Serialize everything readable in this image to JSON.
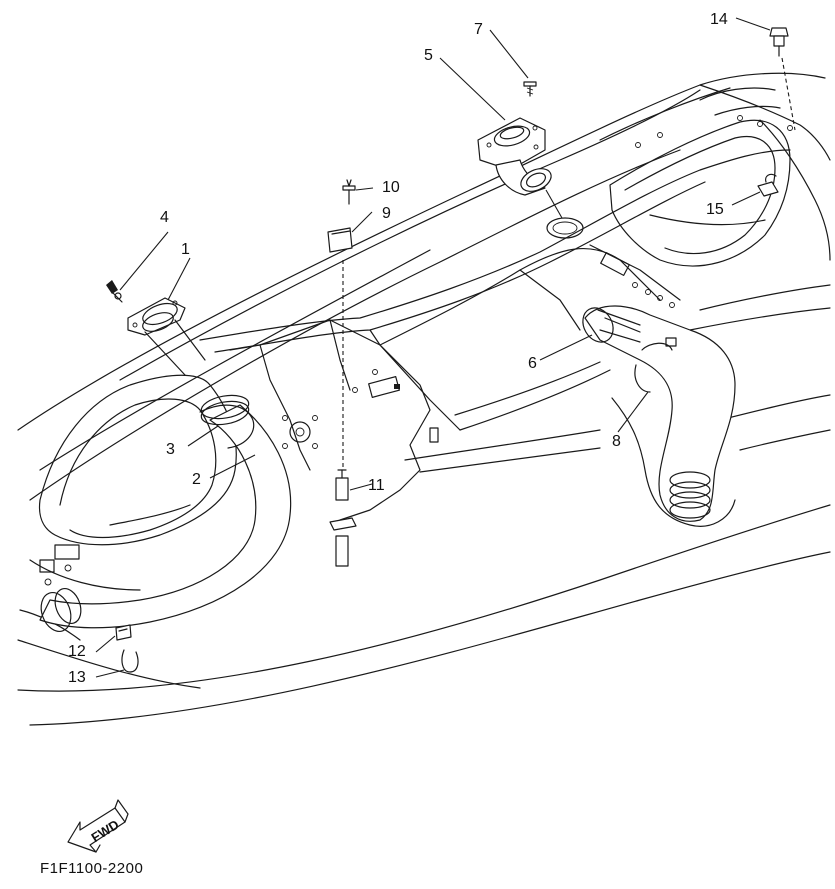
{
  "callouts": {
    "c1": "1",
    "c2": "2",
    "c3": "3",
    "c4": "4",
    "c5": "5",
    "c6": "6",
    "c7": "7",
    "c8": "8",
    "c9": "9",
    "c10": "10",
    "c11": "11",
    "c12": "12",
    "c13": "13",
    "c14": "14",
    "c15": "15"
  },
  "direction_label": "FWD",
  "document_code": "F1F1100-2200"
}
